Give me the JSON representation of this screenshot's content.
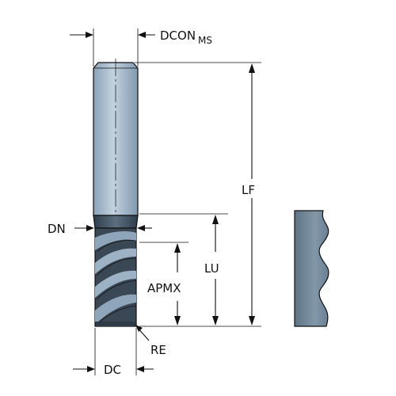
{
  "labels": {
    "dcon": "DCON",
    "dcon_sub": "MS",
    "lf": "LF",
    "dn": "DN",
    "lu": "LU",
    "apmx": "APMX",
    "re": "RE",
    "dc": "DC"
  },
  "colors": {
    "shank_light": "#b5c6d6",
    "shank_dark": "#7f97ad",
    "flute_dark": "#3e4d5c",
    "flute_light": "#93a9bd",
    "profile_fill": "#6f8597",
    "line": "#111111"
  }
}
